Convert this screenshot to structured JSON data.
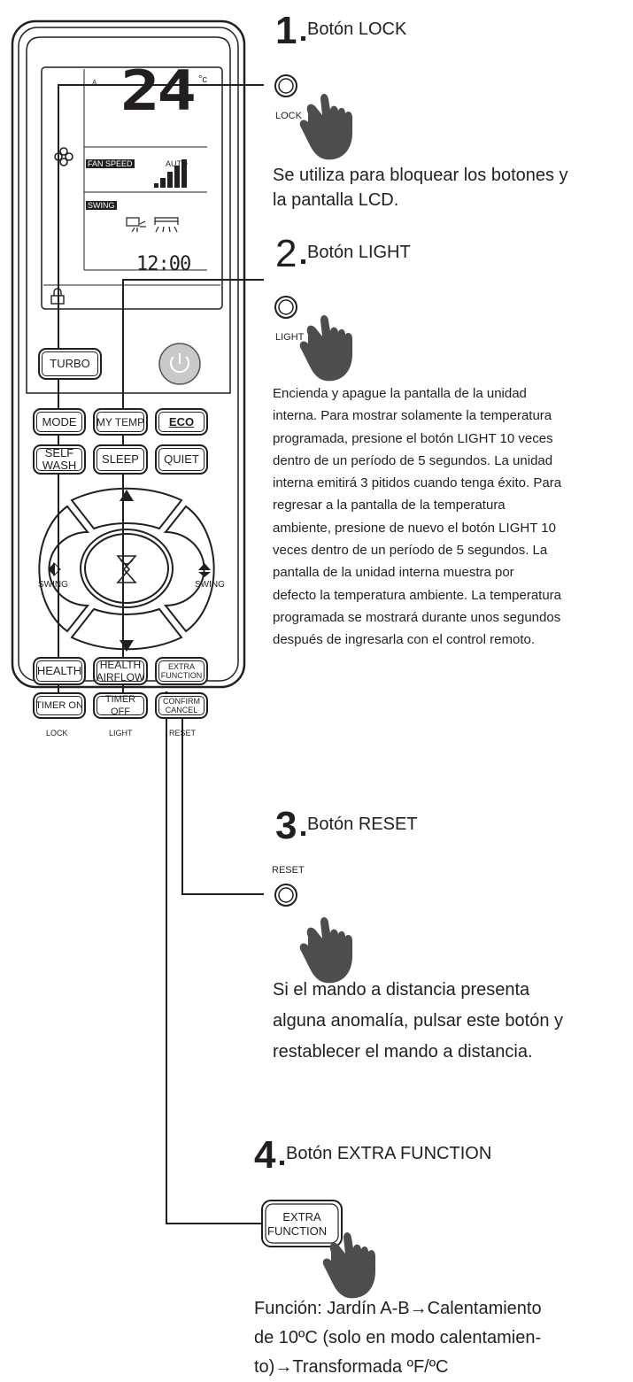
{
  "lcd": {
    "temperature": "24",
    "unit": "°c",
    "mode_indicator": "A",
    "fan_speed_label": "FAN SPEED",
    "fan_auto_label": "AUTO",
    "swing_label": "SWING",
    "clock": "12:00"
  },
  "remote": {
    "turbo": "TURBO",
    "mode": "MODE",
    "my_temp": "MY TEMP",
    "eco": "ECO",
    "self_wash": [
      "SELF",
      "WASH"
    ],
    "sleep": "SLEEP",
    "quiet": "QUIET",
    "swing_left": "SWING",
    "swing_right": "SWING",
    "health": "HEALTH",
    "health_airflow": [
      "HEALTH",
      "AIRFLOW"
    ],
    "extra_function": [
      "EXTRA",
      "FUNCTION"
    ],
    "timer_on": "TIMER ON",
    "timer_off": "TIMER OFF",
    "confirm_cancel": [
      "CONFIRM",
      "CANCEL"
    ],
    "lock": "LOCK",
    "light": "LIGHT",
    "reset": "RESET"
  },
  "steps": [
    {
      "number": "1",
      "title": "Botón LOCK",
      "button_label": "LOCK",
      "text": [
        "Se utiliza para bloquear los botones y",
        "la pantalla LCD."
      ]
    },
    {
      "number": "2",
      "title": "Botón LIGHT",
      "button_label": "LIGHT",
      "text": [
        "Encienda y apague la pantalla de la unidad",
        "interna. Para mostrar solamente la temperatura",
        "programada, presione el botón LIGHT 10 veces",
        "dentro de un período de 5 segundos. La unidad",
        "interna emitirá 3 pitidos cuando tenga éxito. Para",
        "regresar a la pantalla de la temperatura",
        "ambiente, presione de nuevo el botón LIGHT 10",
        "veces dentro de un período de 5 segundos. La",
        "pantalla de la unidad interna muestra por",
        "defecto la temperatura ambiente. La temperatura",
        "programada se mostrará durante unos segundos",
        "después de ingresarla con el control remoto."
      ]
    },
    {
      "number": "3",
      "title": "Botón RESET",
      "button_label": "RESET",
      "text": [
        "Si el mando a distancia presenta",
        "alguna anomalía, pulsar este botón y",
        "restablecer el mando a distancia."
      ]
    },
    {
      "number": "4",
      "title": "Botón EXTRA FUNCTION",
      "button_label": [
        "EXTRA",
        "FUNCTION"
      ],
      "text": [
        "Función: Jardín A-B→Calentamiento",
        "de 10ºC (solo en modo calentamien-",
        "to)→Transformada ºF/ºC"
      ]
    }
  ]
}
